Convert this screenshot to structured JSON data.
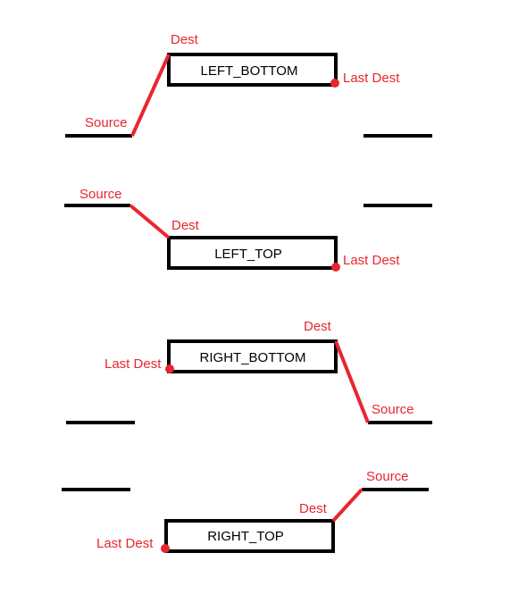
{
  "colors": {
    "line": "#000000",
    "connector": "#e8262f",
    "label": "#e8262f",
    "background": "#ffffff"
  },
  "panels": [
    {
      "box_label": "LEFT_BOTTOM",
      "source_label": "Source",
      "dest_label": "Dest",
      "last_dest_label": "Last Dest"
    },
    {
      "box_label": "LEFT_TOP",
      "source_label": "Source",
      "dest_label": "Dest",
      "last_dest_label": "Last Dest"
    },
    {
      "box_label": "RIGHT_BOTTOM",
      "source_label": "Source",
      "dest_label": "Dest",
      "last_dest_label": "Last Dest"
    },
    {
      "box_label": "RIGHT_TOP",
      "source_label": "Source",
      "dest_label": "Dest",
      "last_dest_label": "Last Dest"
    }
  ]
}
